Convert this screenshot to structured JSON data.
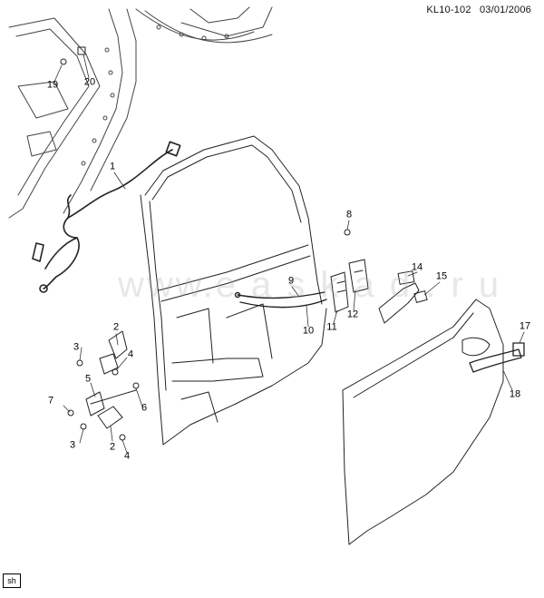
{
  "header": {
    "code": "KL10-102",
    "date": "03/01/2006"
  },
  "watermark": "www.e a s k a d . r u",
  "footer_badge": "sh",
  "callouts": [
    {
      "id": "c1",
      "label": "1"
    },
    {
      "id": "c2a",
      "label": "2"
    },
    {
      "id": "c2b",
      "label": "2"
    },
    {
      "id": "c3a",
      "label": "3"
    },
    {
      "id": "c3b",
      "label": "3"
    },
    {
      "id": "c4a",
      "label": "4"
    },
    {
      "id": "c4b",
      "label": "4"
    },
    {
      "id": "c5",
      "label": "5"
    },
    {
      "id": "c6",
      "label": "6"
    },
    {
      "id": "c7",
      "label": "7"
    },
    {
      "id": "c8",
      "label": "8"
    },
    {
      "id": "c9",
      "label": "9"
    },
    {
      "id": "c10",
      "label": "10"
    },
    {
      "id": "c11",
      "label": "11"
    },
    {
      "id": "c12",
      "label": "12"
    },
    {
      "id": "c14",
      "label": "14"
    },
    {
      "id": "c15",
      "label": "15"
    },
    {
      "id": "c17",
      "label": "17"
    },
    {
      "id": "c18",
      "label": "18"
    },
    {
      "id": "c19",
      "label": "19"
    },
    {
      "id": "c20",
      "label": "20"
    }
  ]
}
